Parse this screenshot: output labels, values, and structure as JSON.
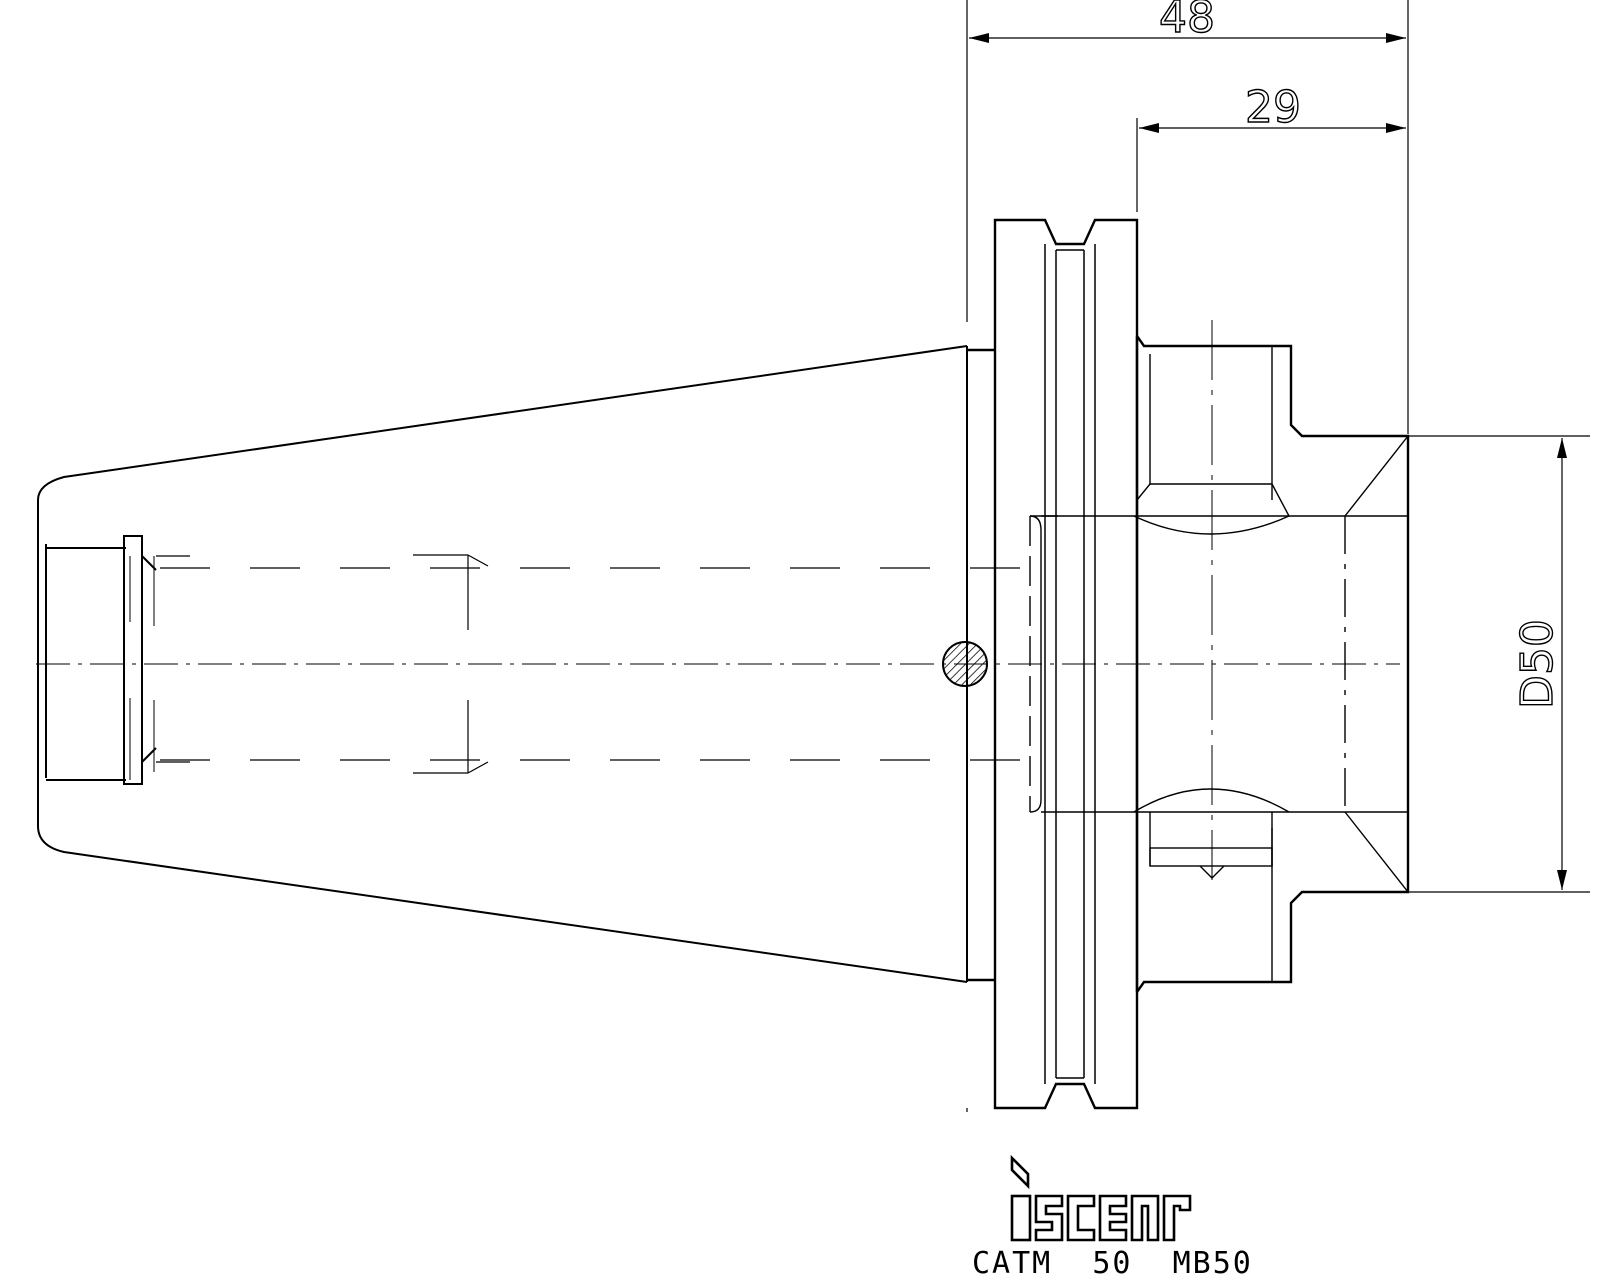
{
  "dimensions": {
    "overall_length": "48",
    "flange_length": "29",
    "diameter": "D50"
  },
  "logo": {
    "text": "iscar"
  },
  "part_code": "CATM  50  MB50",
  "colors": {
    "line": "#000000",
    "background": "#ffffff"
  }
}
